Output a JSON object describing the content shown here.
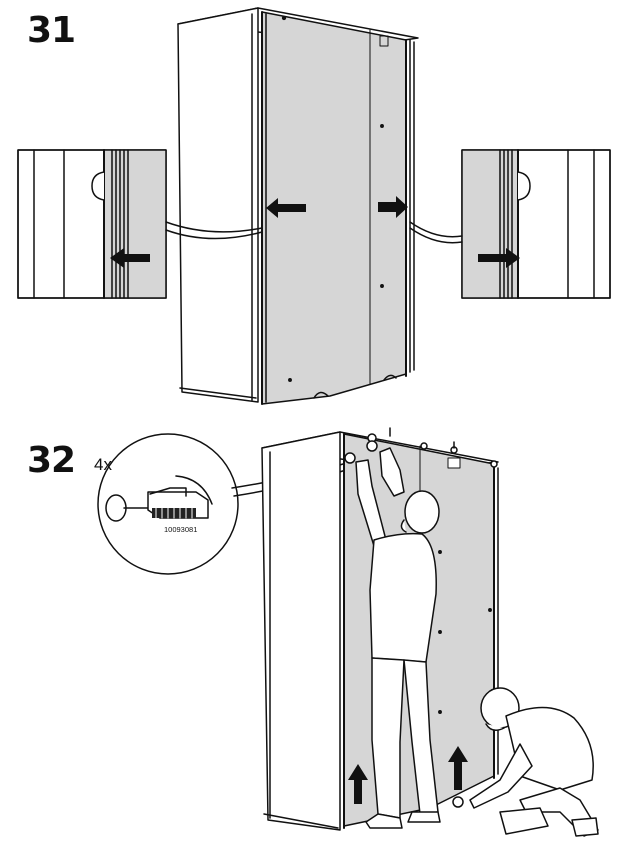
{
  "steps": [
    {
      "number": "31"
    },
    {
      "number": "32"
    }
  ],
  "step32": {
    "quantity": "4x",
    "part_number": "10093081"
  }
}
